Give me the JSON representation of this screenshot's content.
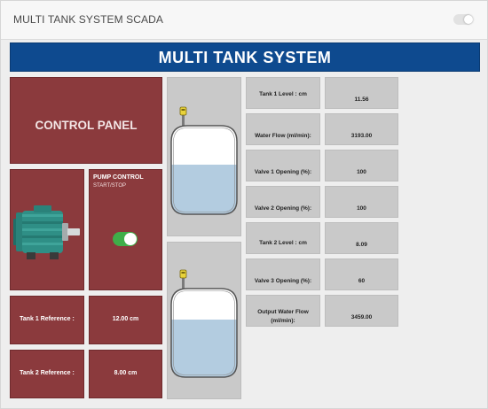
{
  "app": {
    "title": "MULTI TANK SYSTEM SCADA"
  },
  "banner": {
    "title": "MULTI TANK SYSTEM"
  },
  "control_panel": {
    "title": "CONTROL PANEL",
    "pump": {
      "title": "PUMP CONTROL",
      "subtitle": "START/STOP",
      "state_on": true
    },
    "references": [
      {
        "label": "Tank 1 Reference :",
        "value": "12.00 cm"
      },
      {
        "label": "Tank 2 Reference :",
        "value": "8.00 cm"
      }
    ]
  },
  "tanks": {
    "tank1_fill": 0.56,
    "tank2_fill": 0.65
  },
  "readings": [
    {
      "label": "Tank 1 Level : cm",
      "value": "11.56"
    },
    {
      "label": "Water Flow (ml/min):",
      "value": "3193.00"
    },
    {
      "label": "Valve 1 Opening (%):",
      "value": "100"
    },
    {
      "label": "Valve 2 Opening (%):",
      "value": "100"
    },
    {
      "label": "Tank 2 Level : cm",
      "value": "8.09"
    },
    {
      "label": "Valve 3 Opening (%):",
      "value": "60"
    },
    {
      "label_line1": "Output Water Flow",
      "label_line2": "(ml/min):",
      "value": "3459.00"
    }
  ],
  "colors": {
    "banner": "#0e4a8f",
    "panel": "#8b3a3d",
    "switch_on": "#3fae49",
    "water": "#b3cce0",
    "motor": "#2f8f86"
  },
  "icons": {
    "motor": "pump-motor-icon",
    "sensor": "level-sensor-icon"
  }
}
